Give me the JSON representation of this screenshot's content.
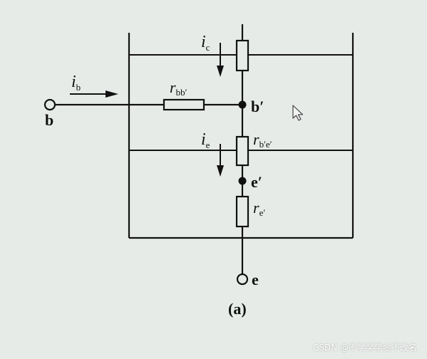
{
  "labels": {
    "node_b": "b",
    "node_b_prime": "b′",
    "node_e_prime": "e′",
    "node_e": "e",
    "current_ib_main": "i",
    "current_ib_sub": "b",
    "current_ic_main": "i",
    "current_ic_sub": "c",
    "current_ie_main": "i",
    "current_ie_sub": "e",
    "r_bb_main": "r",
    "r_bb_sub": "bb′",
    "r_be_main": "r",
    "r_be_sub": "b′e′",
    "r_e_main": "r",
    "r_e_sub": "e′"
  },
  "caption": "(a)",
  "watermark": "CSDN @不拿奖学金不改名",
  "colors": {
    "background": "#e7ebe8",
    "ink": "#111111"
  },
  "icons": [
    "cursor-arrow-icon"
  ]
}
